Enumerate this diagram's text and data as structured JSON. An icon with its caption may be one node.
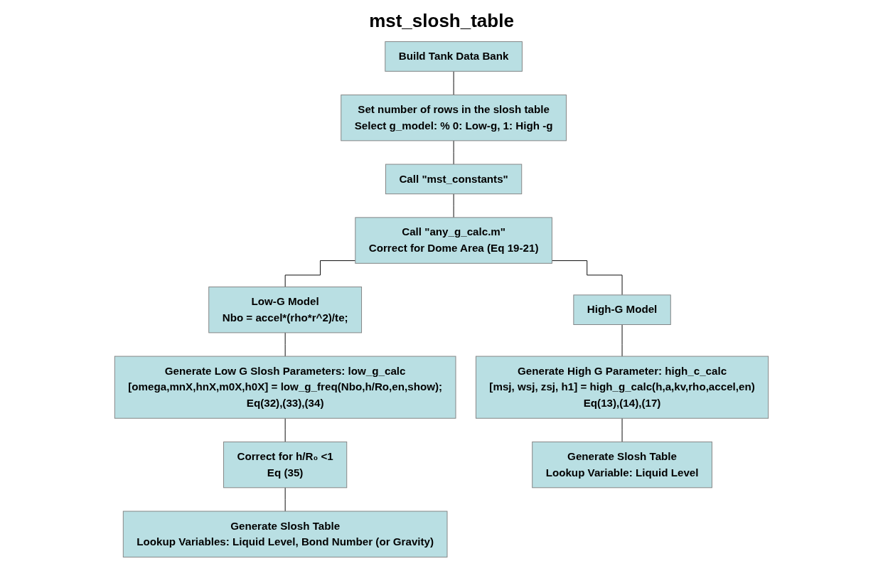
{
  "diagram": {
    "title": "mst_slosh_table",
    "nodes": [
      {
        "text": [
          "Build Tank Data Bank"
        ]
      },
      {
        "text": [
          "Set number of rows in the slosh table",
          "Select g_model: % 0: Low-g, 1: High -g"
        ]
      },
      {
        "text": [
          "Call \"mst_constants\""
        ]
      },
      {
        "text": [
          "Call \"any_g_calc.m\"",
          "Correct for Dome Area (Eq 19-21)"
        ]
      },
      {
        "text": [
          "Low-G Model",
          "Nbo = accel*(rho*r^2)/te;"
        ]
      },
      {
        "text": [
          "High-G Model"
        ]
      },
      {
        "text": [
          "Generate Low G Slosh Parameters: low_g_calc",
          "[omega,mnX,hnX,m0X,h0X] = low_g_freq(Nbo,h/Ro,en,show);",
          "Eq(32),(33),(34)"
        ]
      },
      {
        "text": [
          "Generate High G Parameter: high_c_calc",
          "[msj, wsj, zsj, h1] = high_g_calc(h,a,kv,rho,accel,en)",
          "Eq(13),(14),(17)"
        ]
      },
      {
        "text": [
          "Correct for h/R₀ <1",
          "Eq (35)"
        ]
      },
      {
        "text": [
          "Generate Slosh Table",
          "Lookup Variables: Liquid Level, Bond Number  (or Gravity)"
        ]
      },
      {
        "text": [
          "Generate Slosh Table",
          "Lookup Variable: Liquid Level"
        ]
      }
    ],
    "edges": [
      {
        "from": 0,
        "to": 1,
        "arrow": "none"
      },
      {
        "from": 1,
        "to": 2,
        "arrow": "none"
      },
      {
        "from": 2,
        "to": 3,
        "arrow": "none"
      },
      {
        "from": 3,
        "to": 4,
        "arrow": "none"
      },
      {
        "from": 3,
        "to": 5,
        "arrow": "none"
      },
      {
        "from": 4,
        "to": 6,
        "arrow": "none"
      },
      {
        "from": 5,
        "to": 7,
        "arrow": "none"
      },
      {
        "from": 6,
        "to": 8,
        "arrow": "none"
      },
      {
        "from": 8,
        "to": 9,
        "arrow": "none"
      },
      {
        "from": 7,
        "to": 10,
        "arrow": "none"
      }
    ]
  }
}
